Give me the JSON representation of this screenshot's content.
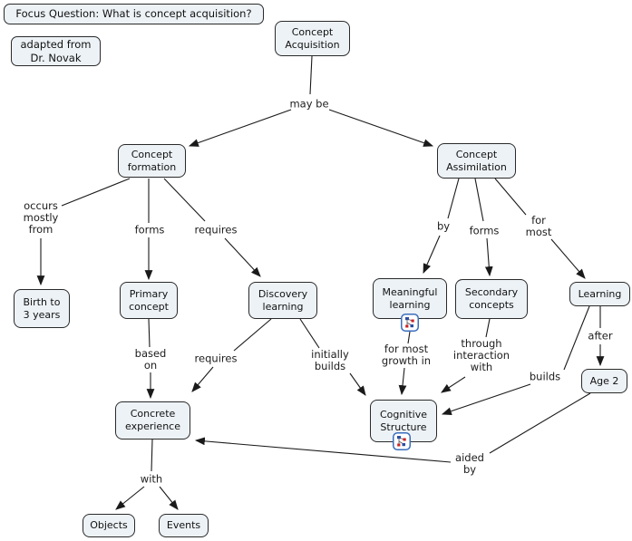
{
  "annotations": {
    "focus_question": "Focus Question: What is concept acquisition?",
    "credit": "adapted from\nDr. Novak"
  },
  "nodes": {
    "concept_acquisition": "Concept\nAcquisition",
    "concept_formation": "Concept\nformation",
    "concept_assimilation": "Concept\nAssimilation",
    "birth_to_3_years": "Birth to\n3 years",
    "primary_concept": "Primary\nconcept",
    "discovery_learning": "Discovery\nlearning",
    "meaningful_learning": "Meaningful\nlearning",
    "secondary_concepts": "Secondary\nconcepts",
    "learning": "Learning",
    "age_2": "Age 2",
    "concrete_experience": "Concrete\nexperience",
    "cognitive_structure": "Cognitive\nStructure",
    "objects": "Objects",
    "events": "Events"
  },
  "links": {
    "may_be": "may be",
    "occurs_mostly_from": "occurs\nmostly\nfrom",
    "forms_left": "forms",
    "requires_left": "requires",
    "by": "by",
    "forms_right": "forms",
    "for_most": "for\nmost",
    "based_on": "based\non",
    "requires_mid": "requires",
    "initially_builds": "initially\nbuilds",
    "for_most_growth_in": "for most\ngrowth in",
    "through_interaction_with": "through\ninteraction\nwith",
    "builds": "builds",
    "after": "after",
    "aided_by": "aided\nby",
    "with": "with"
  },
  "icons": {
    "resource_icon": "concept-map-resource"
  },
  "colors": {
    "node_fill": "#edf2f6",
    "node_border": "#2a2a2a",
    "line": "#1a1a1a",
    "icon_border": "#3a6ebc",
    "icon_blue": "#2b4ea0",
    "icon_red": "#cc2222"
  }
}
